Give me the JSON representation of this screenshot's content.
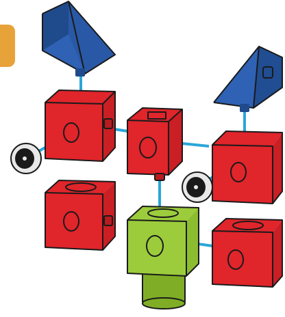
{
  "illustration": {
    "kind": "assembly-instruction",
    "colors": {
      "background": "#ffffff",
      "step_tab": "#e8a23a",
      "red_cube": "#e0252b",
      "red_cube_dark": "#b81b20",
      "red_cube_side": "#c91f25",
      "green_cube": "#9ccc3c",
      "green_cube_dark": "#7fae26",
      "green_cube_side": "#8cbd30",
      "blue_wedge": "#2f62b4",
      "blue_wedge_dark": "#1f4a8c",
      "connector_line": "#2aa6d8",
      "wheel_tire": "#1a1a1a",
      "wheel_rim": "#e8e8e8",
      "outline": "#1a1a1a"
    },
    "parts": [
      {
        "name": "blue-wedge-left",
        "color": "blue",
        "shape": "wedge"
      },
      {
        "name": "blue-wedge-right",
        "color": "blue",
        "shape": "wedge"
      },
      {
        "name": "red-cube-top-left",
        "color": "red",
        "shape": "cube"
      },
      {
        "name": "red-cube-top-center",
        "color": "red",
        "shape": "cube"
      },
      {
        "name": "red-cube-top-right",
        "color": "red",
        "shape": "cube"
      },
      {
        "name": "red-cube-bottom-left",
        "color": "red",
        "shape": "cube"
      },
      {
        "name": "green-cube-with-peg",
        "color": "green",
        "shape": "cube"
      },
      {
        "name": "red-cube-bottom-right",
        "color": "red",
        "shape": "cube"
      },
      {
        "name": "wheel-left",
        "color": "black",
        "shape": "wheel"
      },
      {
        "name": "wheel-right",
        "color": "black",
        "shape": "wheel"
      }
    ]
  }
}
